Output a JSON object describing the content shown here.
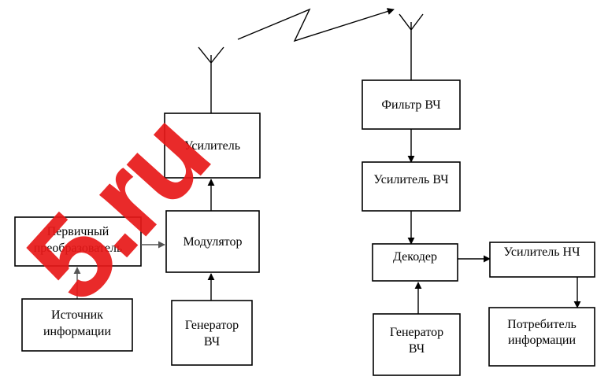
{
  "colors": {
    "stroke": "#000000",
    "arrow_grey": "#555555",
    "watermark": "#e81818"
  },
  "watermark": "5.ru",
  "transmitter": {
    "amplifier": "Усилитель",
    "modulator": "Модулятор",
    "primary_converter": [
      "Первичный",
      "преобразователь"
    ],
    "info_source": [
      "Источник",
      "информации"
    ],
    "rf_generator": [
      "Генератор",
      "ВЧ"
    ]
  },
  "receiver": {
    "rf_filter": "Фильтр ВЧ",
    "rf_amplifier": "Усилитель ВЧ",
    "decoder": "Декодер",
    "lf_amplifier": "Усилитель НЧ",
    "info_consumer": [
      "Потребитель",
      "информации"
    ],
    "rf_generator": [
      "Генератор",
      "ВЧ"
    ]
  }
}
